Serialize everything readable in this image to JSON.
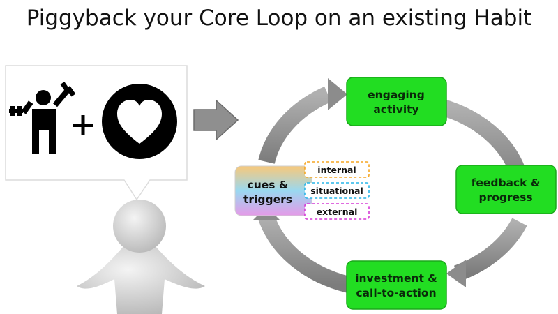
{
  "title": "Piggyback your Core Loop on an existing Habit",
  "loop": {
    "top": [
      "engaging",
      "activity"
    ],
    "right": [
      "feedback &",
      "progress"
    ],
    "bottom": [
      "investment &",
      "call-to-action"
    ],
    "left": [
      "cues &",
      "triggers"
    ]
  },
  "triggers": [
    "internal",
    "situational",
    "external"
  ],
  "colors": {
    "box_green": "#22dd22",
    "arrow_gray": "#9a9a9a",
    "internal": "#f5a623",
    "situational": "#29b6e8",
    "external": "#d63ad6"
  },
  "icons": [
    "exercise-person-icon",
    "plus-icon",
    "heart-icon",
    "arrow-right-icon",
    "shrugging-figure-icon"
  ]
}
